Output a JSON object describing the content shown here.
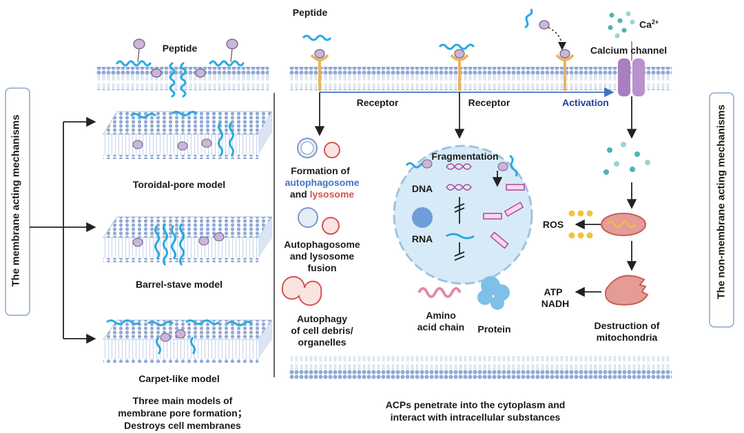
{
  "left_panel": {
    "side_label": "The membrane acting mechanisms",
    "peptide_label": "Peptide",
    "models": [
      {
        "label": "Toroidal-pore model"
      },
      {
        "label": "Barrel-stave model"
      },
      {
        "label": "Carpet-like model"
      }
    ],
    "caption_lines": [
      "Three main models of",
      "membrane pore formation；",
      "Destroys cell membranes"
    ]
  },
  "right_panel": {
    "side_label": "The non-membrane acting mechanisms",
    "peptide_label": "Peptide",
    "receptor_labels": [
      "Receptor",
      "Receptor"
    ],
    "activation_label": "Activation",
    "calcium_ion": "Ca",
    "calcium_charge": "2+",
    "calcium_channel_label": "Calcium channel",
    "autophagy": {
      "formation_prefix": "Formation of",
      "autophagosome": "autophagosome",
      "and_word": "and",
      "lysosome": "lysosome",
      "fusion_lines": [
        "Autophagosome",
        "and lysosome",
        "fusion"
      ],
      "debris_lines": [
        "Autophagy",
        "of cell debris/",
        "organelles"
      ]
    },
    "cell": {
      "fragmentation_label": "Fragmentation",
      "dna_label": "DNA",
      "rna_label": "RNA"
    },
    "products": {
      "amino_lines": [
        "Amino",
        "acid chain"
      ],
      "protein_label": "Protein"
    },
    "mito": {
      "ros_label": "ROS",
      "atp_label": "ATP",
      "nadh_label": "NADH",
      "destruction_lines": [
        "Destruction of",
        "mitochondria"
      ]
    },
    "caption_lines": [
      "ACPs penetrate into the cytoplasm and",
      "interact with intracellular substances"
    ]
  },
  "colors": {
    "membrane_head": "#8fa9d6",
    "membrane_tail": "#c5d3ea",
    "peptide": "#29a9df",
    "receptor": "#e9b35f",
    "channel": "#a97fc0",
    "arrow": "#222222",
    "activation_arrow": "#3f73c9",
    "cell_fill": "#d7eaf7",
    "calcium": "#4ab5b5",
    "ros": "#f2c33b",
    "mito": "#e59b96",
    "nucleic": "#b0449a"
  }
}
